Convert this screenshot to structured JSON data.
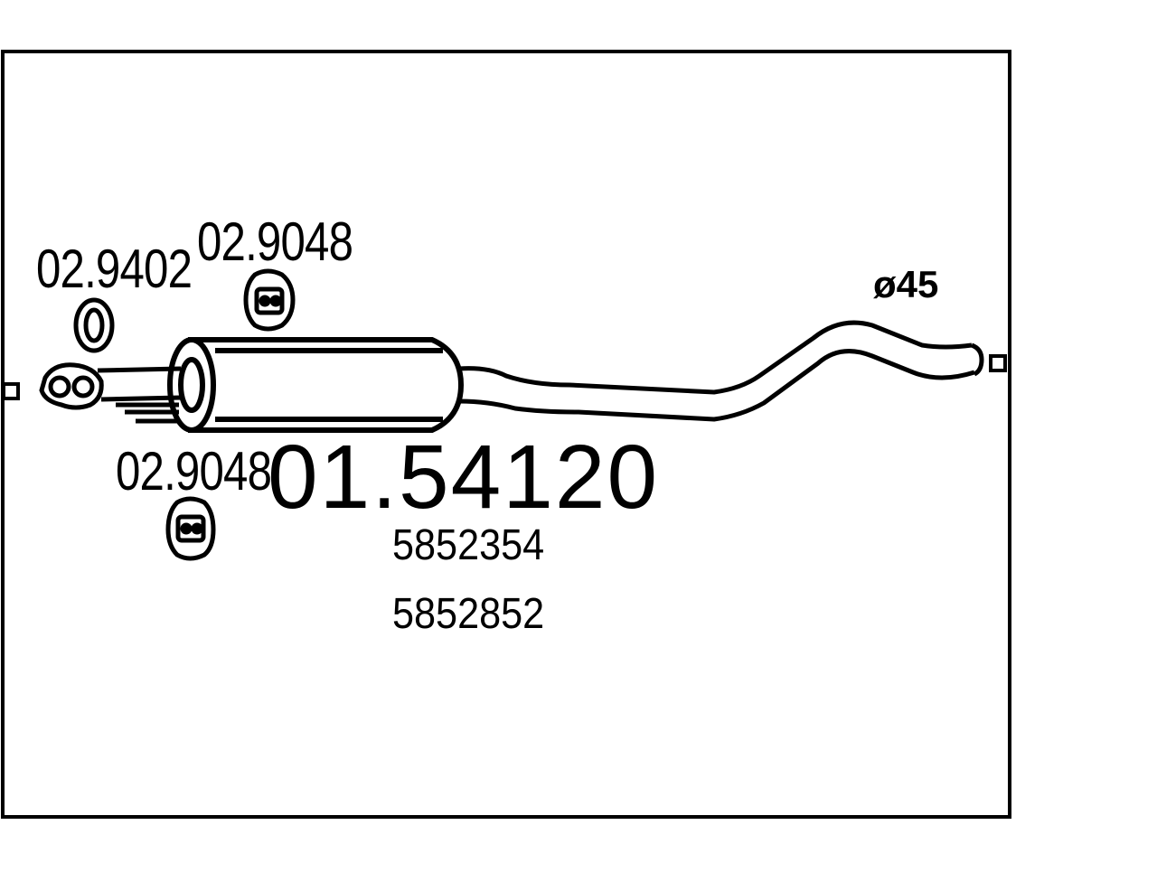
{
  "diagram": {
    "main_part_number": "01.54120",
    "oem_numbers": [
      "5852354",
      "5852852"
    ],
    "components": [
      {
        "part_number": "02.9402",
        "kind": "ring gasket"
      },
      {
        "part_number": "02.9048",
        "kind": "rubber hanger (upper)"
      },
      {
        "part_number": "02.9048",
        "kind": "rubber hanger (lower)"
      }
    ],
    "pipe_diameter_label": "ø45"
  },
  "colors": {
    "line": "#000000",
    "background": "#ffffff"
  }
}
